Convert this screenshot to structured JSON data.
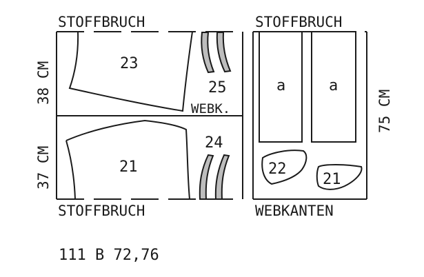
{
  "left_panel": {
    "top_label": "STOFFBRUCH",
    "bottom_label": "STOFFBRUCH",
    "dim_top": "38 CM",
    "dim_bottom": "37 CM",
    "selvedge_label": "WEBK.",
    "pieces": [
      "23",
      "25",
      "24",
      "21"
    ]
  },
  "right_panel": {
    "top_label": "STOFFBRUCH",
    "bottom_label": "WEBKANTEN",
    "dim_right": "75 CM",
    "pieces": [
      "a",
      "a",
      "22",
      "21"
    ]
  },
  "pattern_code": "111 B 72,76",
  "colors": {
    "line": "#1a1a1a",
    "fill_gray": "#bdbdbd",
    "background": "#ffffff"
  }
}
